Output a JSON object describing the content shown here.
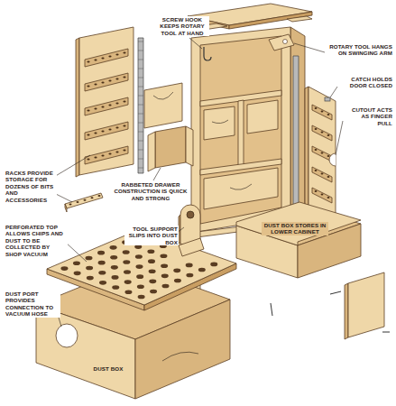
{
  "diagram": {
    "labels": [
      "SCREW HOOK KEEPS ROTARY TOOL AT HAND",
      "ROTARY TOOL HANGS ON SWINGING ARM",
      "CATCH HOLDS DOOR CLOSED",
      "CUTOUT ACTS AS FINGER PULL",
      "RACKS PROVIDE STORAGE FOR DOZENS OF BITS AND ACCESSORIES",
      "RABBETED DRAWER CONSTRUCTION IS QUICK AND STRONG",
      "PERFORATED TOP ALLOWS CHIPS AND DUST TO BE COLLECTED BY SHOP VACUUM",
      "TOOL SUPPORT SLIPS INTO DUST BOX",
      "DUST BOX STORES IN LOWER CABINET",
      "DUST PORT PROVIDES CONNECTION TO VACUUM HOSE",
      "DUST BOX"
    ]
  }
}
